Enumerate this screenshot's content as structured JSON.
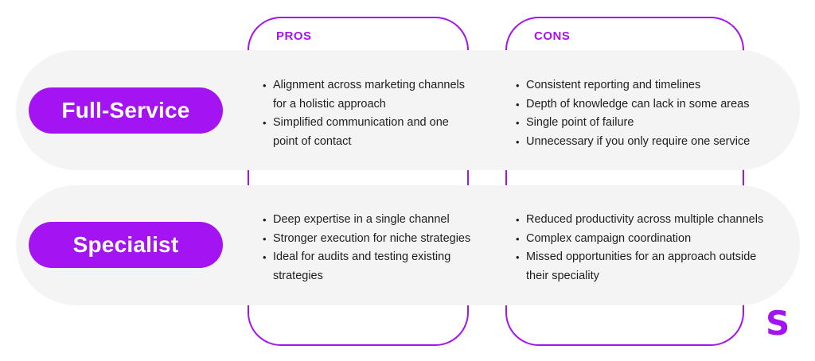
{
  "columns": {
    "pros_label": "PROS",
    "cons_label": "CONS"
  },
  "rows": [
    {
      "label": "Full-Service",
      "pros": [
        "Alignment across marketing channels for a holistic approach",
        "Simplified communication and one point of contact"
      ],
      "cons": [
        "Consistent reporting and timelines",
        "Depth of knowledge can lack in some areas",
        "Single point of failure",
        "Unnecessary if you only require one service"
      ]
    },
    {
      "label": "Specialist",
      "pros": [
        "Deep expertise in a single channel",
        "Stronger execution for niche strategies",
        "Ideal for audits and testing existing strategies"
      ],
      "cons": [
        "Reduced productivity across multiple channels",
        "Complex campaign coordination",
        "Missed opportunities for an approach outside their speciality"
      ]
    }
  ],
  "logo": {
    "letter": "S"
  },
  "colors": {
    "accent_purple": "#A413F2",
    "row_background": "#F4F4F4",
    "body_text": "#1E1E1E",
    "pill_text": "#FFFFFF"
  }
}
